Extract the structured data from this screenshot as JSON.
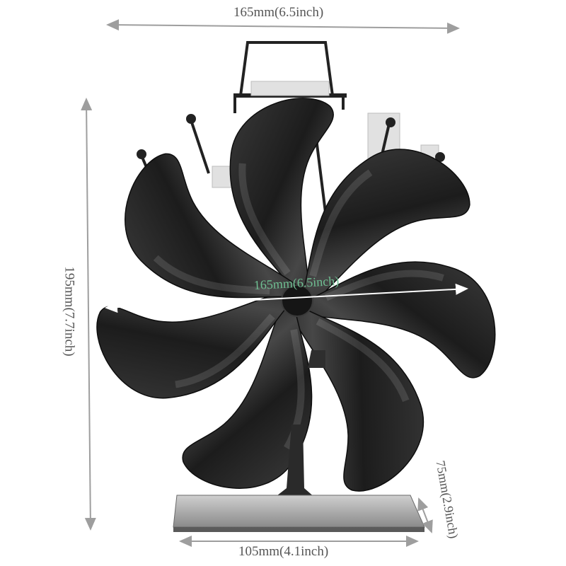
{
  "dimensions": {
    "top_width": "165mm(6.5inch)",
    "height": "195mm(7.7inch)",
    "blade_diameter": "165mm(6.5inch)",
    "base_width": "105mm(4.1inch)",
    "base_depth": "75mm(2.9inch)"
  },
  "colors": {
    "blade": "#1f1f1f",
    "blade_highlight": "#4a4a4a",
    "stand": "#2a2a2a",
    "dimension_line": "#9e9e9e",
    "dimension_text": "#555555",
    "center_label": "#6fbf92"
  },
  "product": {
    "blade_count": 7
  }
}
